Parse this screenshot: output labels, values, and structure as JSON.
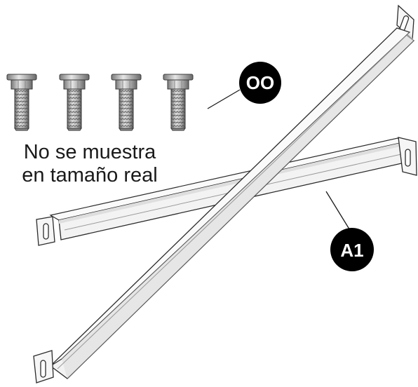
{
  "caption": {
    "line1": "No se muestra",
    "line2": "en tamaño real"
  },
  "callouts": {
    "screws_label": "OO",
    "bars_label": "A1"
  },
  "colors": {
    "callout_fill": "#000000",
    "line_art": "#2b2b2b",
    "background": "#ffffff"
  },
  "parts": {
    "screw_count": 4,
    "bar_count": 2
  }
}
